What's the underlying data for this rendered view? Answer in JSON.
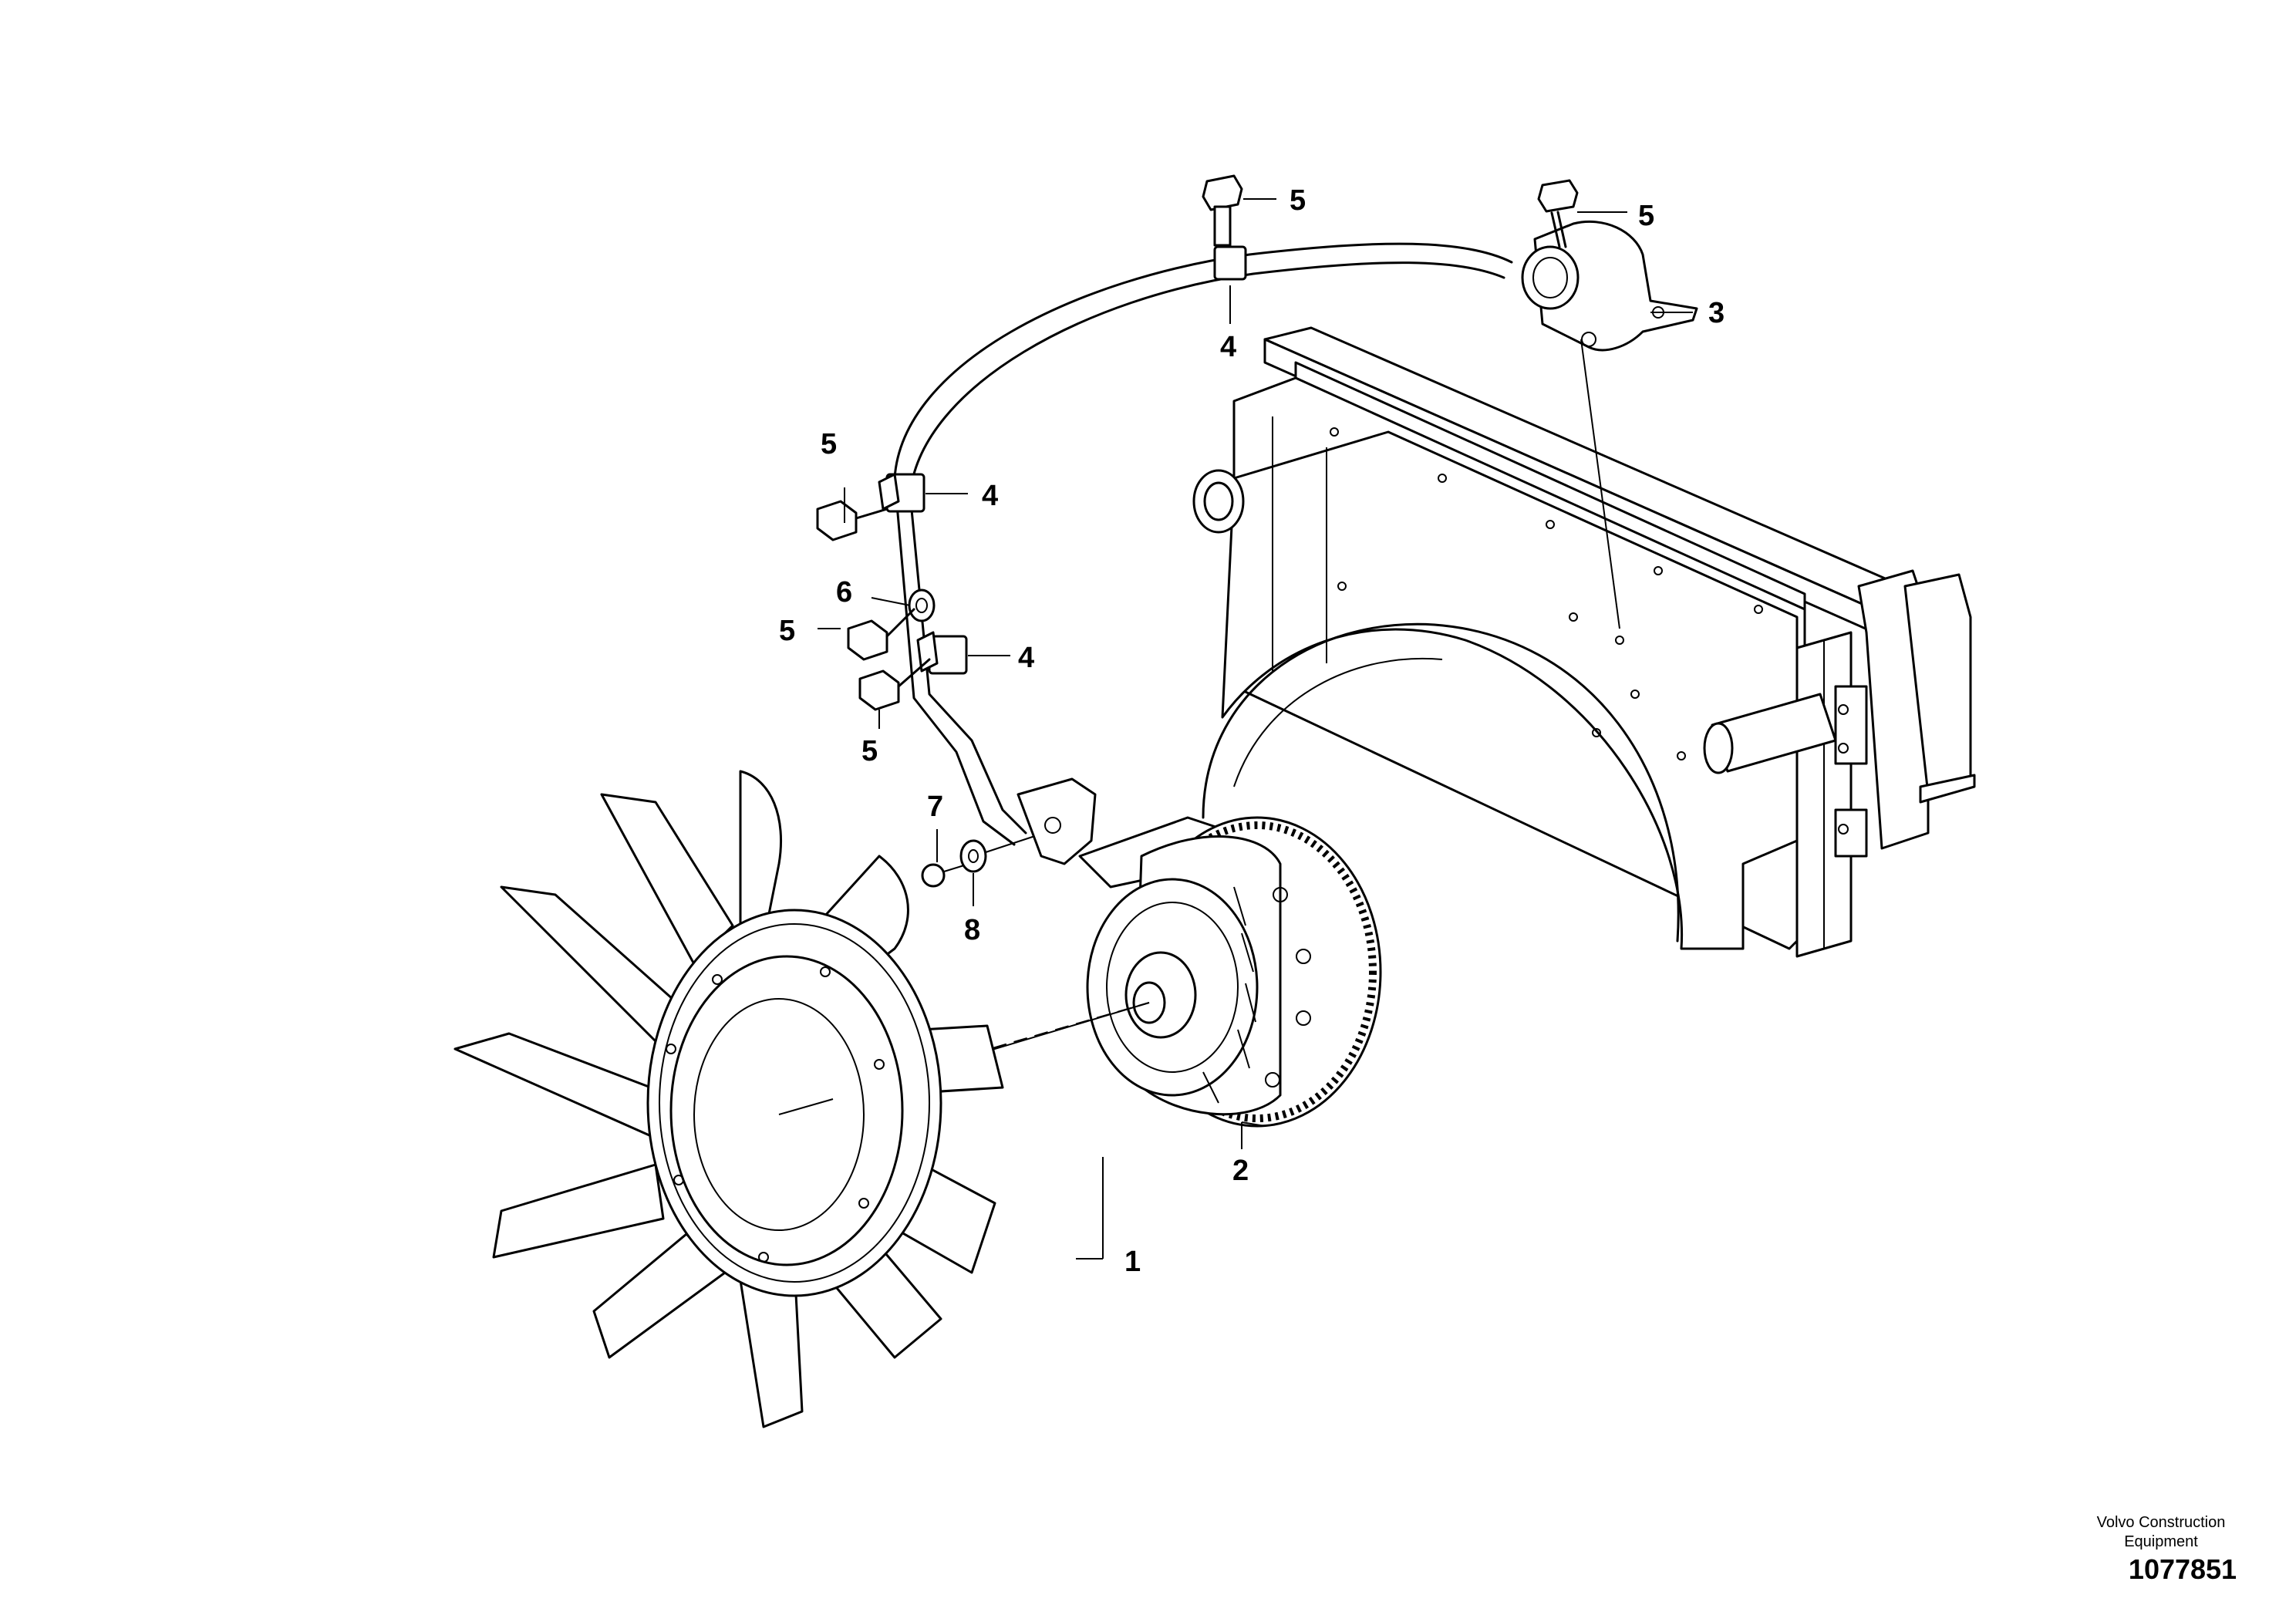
{
  "callouts": {
    "c1": "1",
    "c2": "2",
    "c3": "3",
    "c4a": "4",
    "c4b": "4",
    "c4c": "4",
    "c5a": "5",
    "c5b": "5",
    "c5c": "5",
    "c5d": "5",
    "c5e": "5",
    "c6": "6",
    "c7": "7",
    "c8": "8"
  },
  "footer": {
    "company": "Volvo Construction Equipment",
    "part_number": "1077851"
  }
}
